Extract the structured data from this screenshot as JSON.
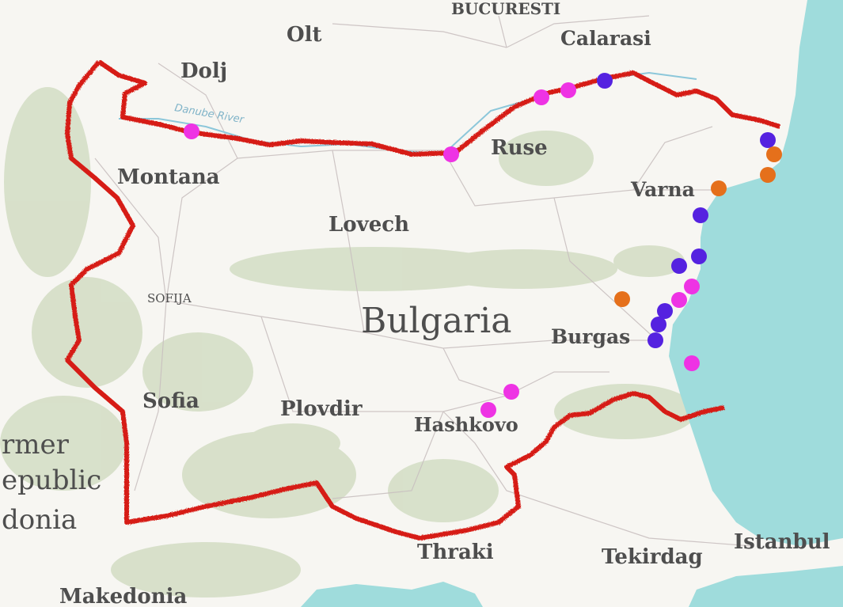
{
  "map": {
    "country": "Bulgaria",
    "labels": {
      "bucuresti": "BUCURESTI",
      "olt": "Olt",
      "calarasi": "Calarasi",
      "dolj": "Dolj",
      "danube": "Danube River",
      "ruse": "Ruse",
      "montana": "Montana",
      "varna": "Varna",
      "lovech": "Lovech",
      "sofija": "SOFIJA",
      "bulgaria": "Bulgaria",
      "burgas": "Burgas",
      "sofia": "Sofia",
      "plovdir": "Plovdir",
      "hashkovo": "Hashkovo",
      "former": "rmer",
      "republic": "epublic",
      "donia": "donia",
      "thraki": "Thraki",
      "tekirdag": "Tekirdag",
      "istanbul": "Istanbul",
      "makedonia": "Makedonia"
    },
    "colors": {
      "border": "#d61a12",
      "sea": "#9fdcdc",
      "land": "#f7f6f2",
      "relief": "#b9c9a5",
      "magenta": "#ee33e4",
      "purple": "#5522e0",
      "orange": "#e5701b"
    }
  }
}
